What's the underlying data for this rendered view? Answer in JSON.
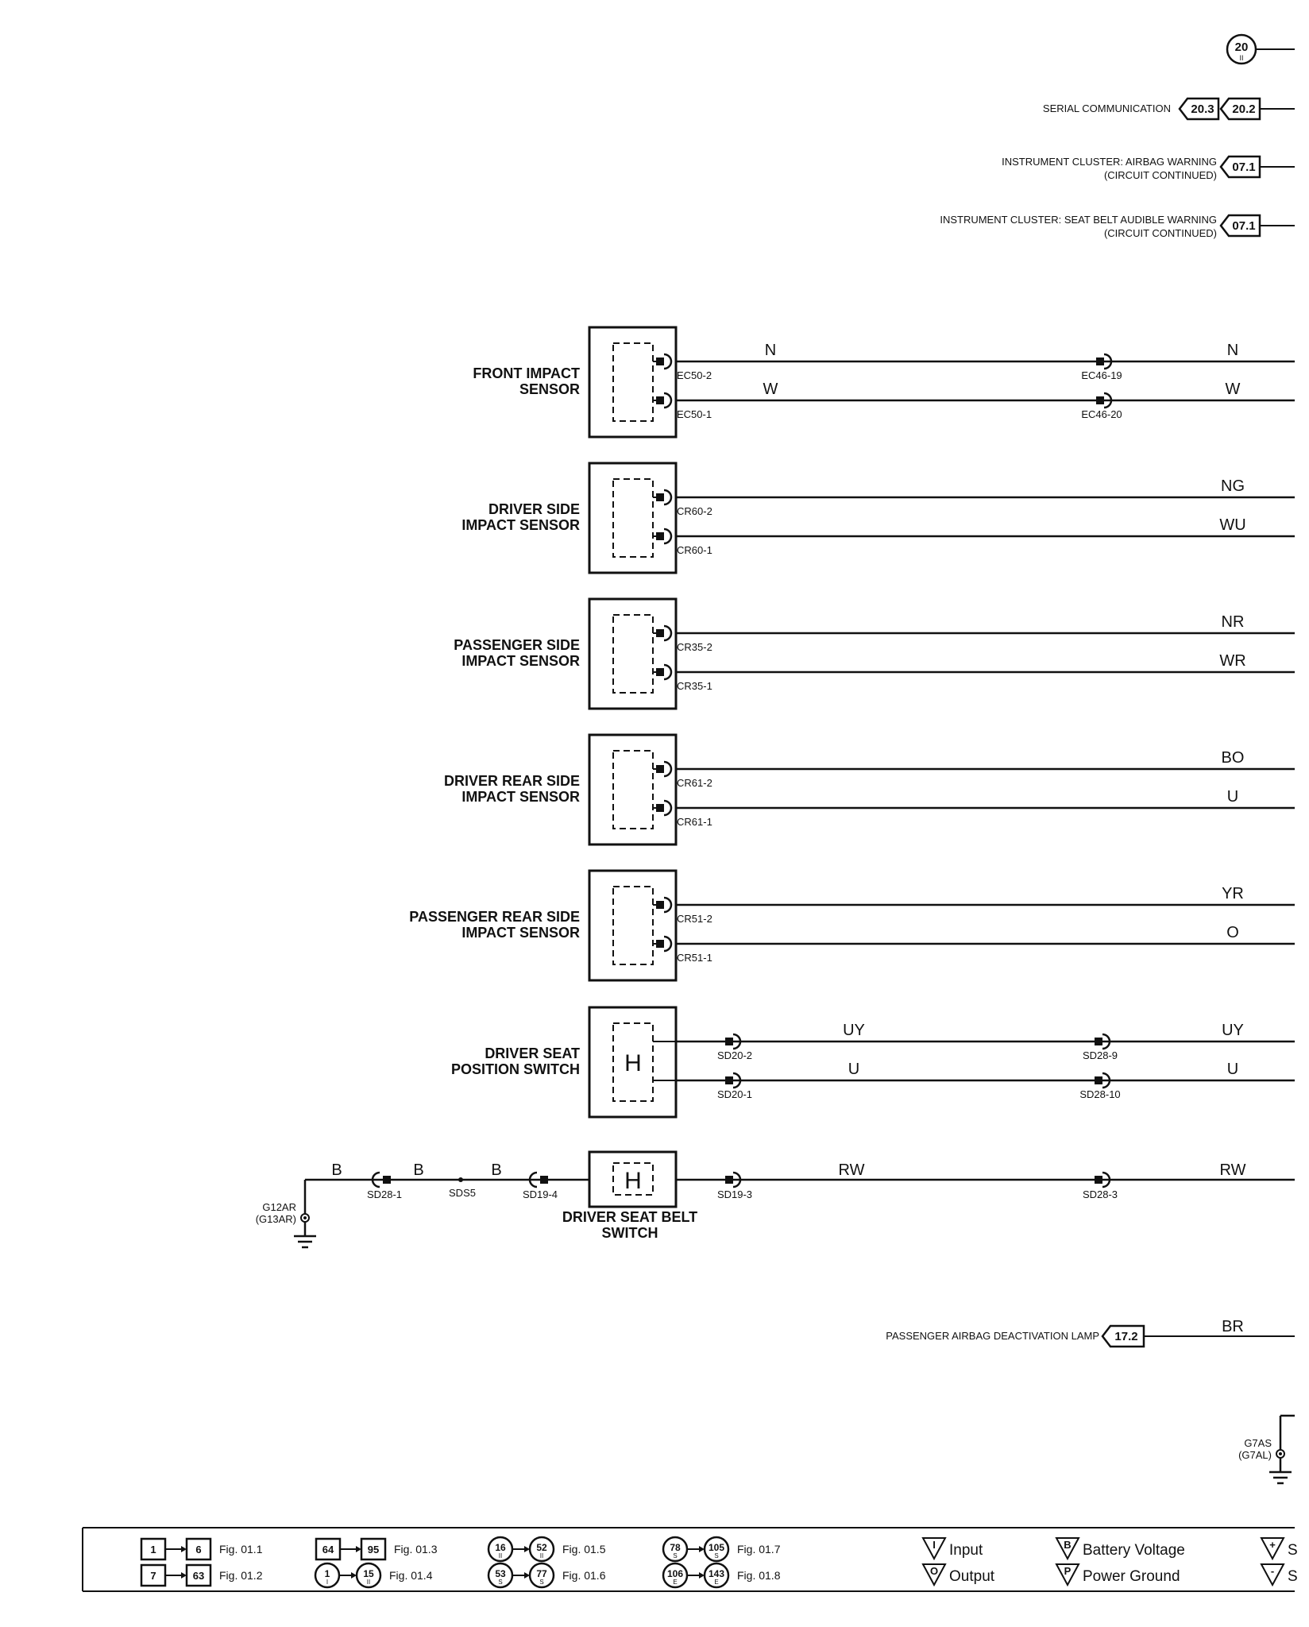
{
  "top_ref": {
    "number": "20",
    "sub": "II"
  },
  "refs": [
    {
      "text": "SERIAL COMMUNICATION",
      "line2": "",
      "codes": [
        "20.3",
        "20.2"
      ]
    },
    {
      "text": "INSTRUMENT CLUSTER: AIRBAG WARNING",
      "line2": "(CIRCUIT CONTINUED)",
      "codes": [
        "07.1"
      ]
    },
    {
      "text": "INSTRUMENT CLUSTER: SEAT BELT AUDIBLE WARNING",
      "line2": "(CIRCUIT CONTINUED)",
      "codes": [
        "07.1"
      ]
    }
  ],
  "components": [
    {
      "name_l1": "FRONT IMPACT",
      "name_l2": "SENSOR",
      "wires": [
        {
          "pin": "EC50-2",
          "color_left": "N",
          "mid_pin": "EC46-19",
          "color_right": "N"
        },
        {
          "pin": "EC50-1",
          "color_left": "W",
          "mid_pin": "EC46-20",
          "color_right": "W"
        }
      ]
    },
    {
      "name_l1": "DRIVER SIDE",
      "name_l2": "IMPACT SENSOR",
      "wires": [
        {
          "pin": "CR60-2",
          "color_right": "NG"
        },
        {
          "pin": "CR60-1",
          "color_right": "WU"
        }
      ]
    },
    {
      "name_l1": "PASSENGER SIDE",
      "name_l2": "IMPACT SENSOR",
      "wires": [
        {
          "pin": "CR35-2",
          "color_right": "NR"
        },
        {
          "pin": "CR35-1",
          "color_right": "WR"
        }
      ]
    },
    {
      "name_l1": "DRIVER REAR SIDE",
      "name_l2": "IMPACT SENSOR",
      "wires": [
        {
          "pin": "CR61-2",
          "color_right": "BO"
        },
        {
          "pin": "CR61-1",
          "color_right": "U"
        }
      ]
    },
    {
      "name_l1": "PASSENGER REAR SIDE",
      "name_l2": "IMPACT SENSOR",
      "wires": [
        {
          "pin": "CR51-2",
          "color_right": "YR"
        },
        {
          "pin": "CR51-1",
          "color_right": "O"
        }
      ]
    },
    {
      "name_l1": "DRIVER SEAT",
      "name_l2": "POSITION SWITCH",
      "symbol": "H",
      "wires": [
        {
          "pin": "SD20-2",
          "color_left": "UY",
          "mid_pin": "SD28-9",
          "color_right": "UY"
        },
        {
          "pin": "SD20-1",
          "color_left": "U",
          "mid_pin": "SD28-10",
          "color_right": "U"
        }
      ]
    }
  ],
  "seatbelt": {
    "name_l1": "DRIVER SEAT BELT",
    "name_l2": "SWITCH",
    "symbol": "H",
    "ground_l1": "G12AR",
    "ground_l2": "(G13AR)",
    "left_wires": [
      "B",
      "B",
      "B"
    ],
    "left_pins": [
      "SD28-1",
      "SDS5",
      "SD19-4"
    ],
    "right_pin": "SD19-3",
    "color_left": "RW",
    "mid_pin": "SD28-3",
    "color_right": "RW"
  },
  "passenger_lamp": {
    "text": "PASSENGER AIRBAG DEACTIVATION LAMP",
    "code": "17.2",
    "wire": "BR"
  },
  "ground2": {
    "l1": "G7AS",
    "l2": "(G7AL)"
  },
  "legend": {
    "figs": [
      {
        "a": "1",
        "b": "6",
        "fig": "Fig. 01.1",
        "shape": "square"
      },
      {
        "a": "7",
        "b": "63",
        "fig": "Fig. 01.2",
        "shape": "square"
      },
      {
        "a": "64",
        "b": "95",
        "fig": "Fig. 01.3",
        "shape": "square"
      },
      {
        "a": "1",
        "b": "15",
        "fig": "Fig. 01.4",
        "shape": "circle",
        "sa": "I",
        "sb": "II"
      },
      {
        "a": "16",
        "b": "52",
        "fig": "Fig. 01.5",
        "shape": "circle",
        "sa": "II",
        "sb": "II"
      },
      {
        "a": "53",
        "b": "77",
        "fig": "Fig. 01.6",
        "shape": "circle",
        "sa": "S",
        "sb": "S"
      },
      {
        "a": "78",
        "b": "105",
        "fig": "Fig. 01.7",
        "shape": "circle",
        "sa": "S",
        "sb": "S"
      },
      {
        "a": "106",
        "b": "143",
        "fig": "Fig. 01.8",
        "shape": "circle",
        "sa": "E",
        "sb": "E"
      }
    ],
    "symbols": [
      {
        "glyph": "I",
        "label": "Input"
      },
      {
        "glyph": "O",
        "label": "Output"
      },
      {
        "glyph": "B",
        "label": "Battery Voltage"
      },
      {
        "glyph": "P",
        "label": "Power Ground"
      },
      {
        "glyph": "+",
        "label": "S"
      },
      {
        "glyph": "-",
        "label": "S"
      }
    ]
  }
}
